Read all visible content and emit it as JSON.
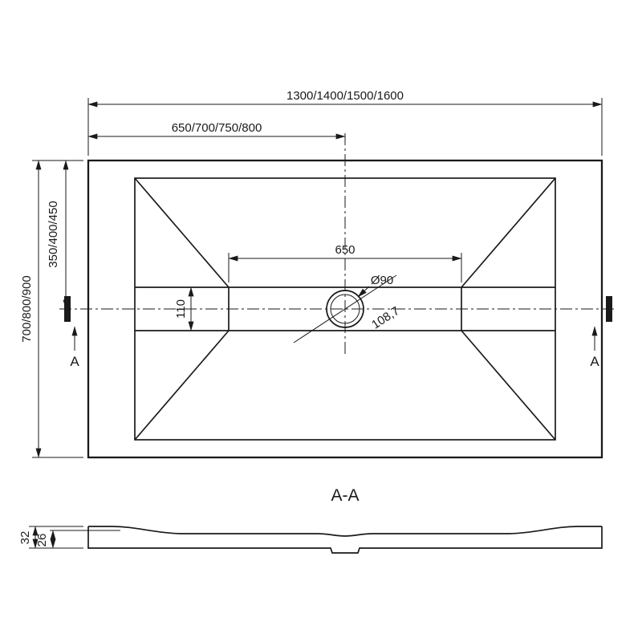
{
  "top_view": {
    "dim_total_width": "1300/1400/1500/1600",
    "dim_half_width": "650/700/750/800",
    "dim_total_depth": "700/800/900",
    "dim_half_depth": "350/400/450",
    "dim_channel_width": "650",
    "dim_channel_height": "110",
    "dim_drain_diameter": "Ø90",
    "dim_drain_diagonal": "108,7",
    "section_marker_left": "A",
    "section_marker_right": "A"
  },
  "section_view": {
    "title": "A-A",
    "dim_edge_thickness": "32",
    "dim_center_thickness": "26"
  },
  "colors": {
    "line": "#1a1a1a",
    "background": "#ffffff"
  }
}
